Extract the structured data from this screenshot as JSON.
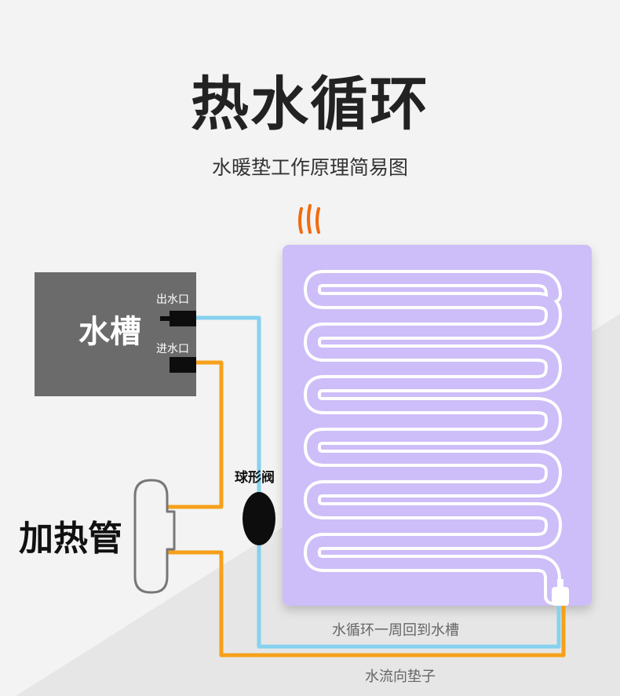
{
  "diagram": {
    "title": "热水循环",
    "subtitle": "水暖垫工作原理简易图",
    "tank_label": "水槽",
    "outlet_label": "出水口",
    "inlet_label": "进水口",
    "heater_label": "加热管",
    "valve_label": "球形阀",
    "return_label": "水循环一周回到水槽",
    "flow_label": "水流向垫子"
  },
  "colors": {
    "background": "#f3f3f3",
    "background_diagonal": "#e6e6e6",
    "tank": "#6b6b6b",
    "mat": "#cdbdf8",
    "pipe_blue": "#86d2ef",
    "pipe_orange": "#f6a01a",
    "heat_icon": "#f26a0f",
    "valve": "#0d0d0d"
  },
  "icons": [
    "heat-waves-icon"
  ]
}
